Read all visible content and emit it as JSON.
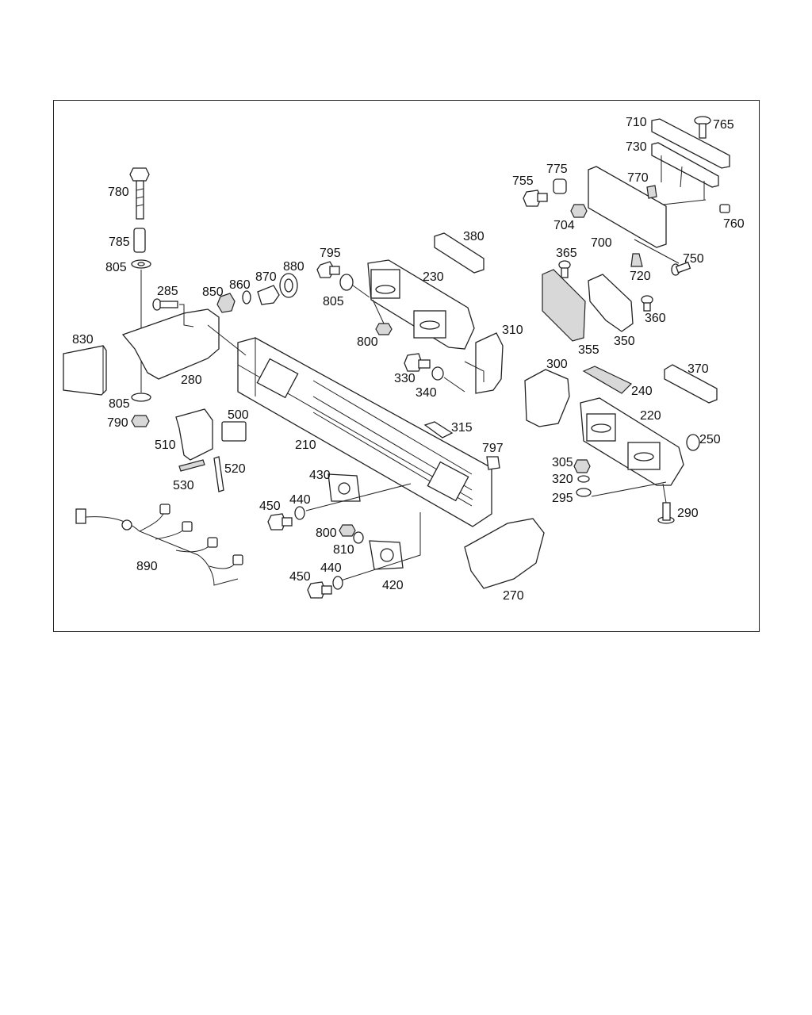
{
  "diagram": {
    "labels": [
      {
        "id": "710",
        "text": "710"
      },
      {
        "id": "765",
        "text": "765"
      },
      {
        "id": "730",
        "text": "730"
      },
      {
        "id": "755",
        "text": "755"
      },
      {
        "id": "775",
        "text": "775"
      },
      {
        "id": "770",
        "text": "770"
      },
      {
        "id": "780",
        "text": "780"
      },
      {
        "id": "704",
        "text": "704"
      },
      {
        "id": "760",
        "text": "760"
      },
      {
        "id": "700",
        "text": "700"
      },
      {
        "id": "785",
        "text": "785"
      },
      {
        "id": "380",
        "text": "380"
      },
      {
        "id": "750",
        "text": "750"
      },
      {
        "id": "795",
        "text": "795"
      },
      {
        "id": "365",
        "text": "365"
      },
      {
        "id": "805a",
        "text": "805"
      },
      {
        "id": "880",
        "text": "880"
      },
      {
        "id": "870",
        "text": "870"
      },
      {
        "id": "230",
        "text": "230"
      },
      {
        "id": "720",
        "text": "720"
      },
      {
        "id": "860",
        "text": "860"
      },
      {
        "id": "285",
        "text": "285"
      },
      {
        "id": "850",
        "text": "850"
      },
      {
        "id": "805b",
        "text": "805"
      },
      {
        "id": "360",
        "text": "360"
      },
      {
        "id": "310",
        "text": "310"
      },
      {
        "id": "830",
        "text": "830"
      },
      {
        "id": "800a",
        "text": "800"
      },
      {
        "id": "355",
        "text": "355"
      },
      {
        "id": "350",
        "text": "350"
      },
      {
        "id": "300",
        "text": "300"
      },
      {
        "id": "370",
        "text": "370"
      },
      {
        "id": "280",
        "text": "280"
      },
      {
        "id": "330",
        "text": "330"
      },
      {
        "id": "240",
        "text": "240"
      },
      {
        "id": "340",
        "text": "340"
      },
      {
        "id": "805c",
        "text": "805"
      },
      {
        "id": "500",
        "text": "500"
      },
      {
        "id": "220",
        "text": "220"
      },
      {
        "id": "790",
        "text": "790"
      },
      {
        "id": "315",
        "text": "315"
      },
      {
        "id": "510",
        "text": "510"
      },
      {
        "id": "210",
        "text": "210"
      },
      {
        "id": "250",
        "text": "250"
      },
      {
        "id": "797",
        "text": "797"
      },
      {
        "id": "305",
        "text": "305"
      },
      {
        "id": "520",
        "text": "520"
      },
      {
        "id": "430",
        "text": "430"
      },
      {
        "id": "530",
        "text": "530"
      },
      {
        "id": "320",
        "text": "320"
      },
      {
        "id": "295",
        "text": "295"
      },
      {
        "id": "440a",
        "text": "440"
      },
      {
        "id": "450a",
        "text": "450"
      },
      {
        "id": "290",
        "text": "290"
      },
      {
        "id": "800b",
        "text": "800"
      },
      {
        "id": "810",
        "text": "810"
      },
      {
        "id": "890",
        "text": "890"
      },
      {
        "id": "440b",
        "text": "440"
      },
      {
        "id": "450b",
        "text": "450"
      },
      {
        "id": "420",
        "text": "420"
      },
      {
        "id": "270",
        "text": "270"
      }
    ]
  }
}
